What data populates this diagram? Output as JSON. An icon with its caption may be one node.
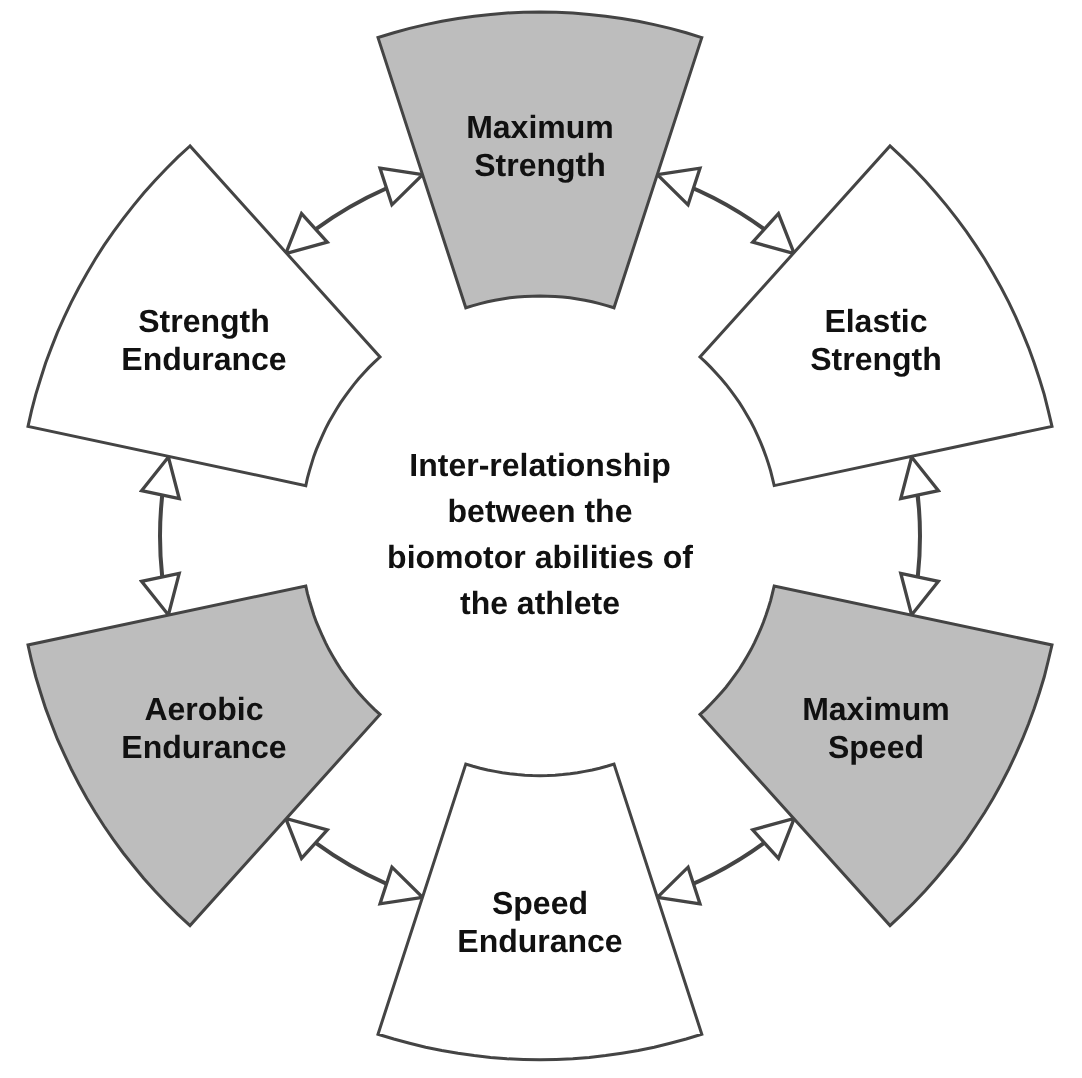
{
  "diagram": {
    "nodes": [
      {
        "text": [
          "Inter-relationship between the biomotor abilities of the athlete"
        ]
      },
      {
        "text": [
          "Maximum Strength"
        ]
      },
      {
        "text": [
          "Elastic Strength"
        ]
      },
      {
        "text": [
          "Maximum Speed"
        ]
      },
      {
        "text": [
          "Speed Endurance"
        ]
      },
      {
        "text": [
          "Aerobic Endurance"
        ]
      },
      {
        "text": [
          "Strength Endurance"
        ]
      }
    ],
    "edges": [
      {
        "from": 1,
        "to": 2,
        "arrow": "both"
      },
      {
        "from": 2,
        "to": 3,
        "arrow": "both"
      },
      {
        "from": 3,
        "to": 4,
        "arrow": "both"
      },
      {
        "from": 4,
        "to": 5,
        "arrow": "both"
      },
      {
        "from": 5,
        "to": 6,
        "arrow": "both"
      },
      {
        "from": 6,
        "to": 1,
        "arrow": "both"
      }
    ]
  }
}
